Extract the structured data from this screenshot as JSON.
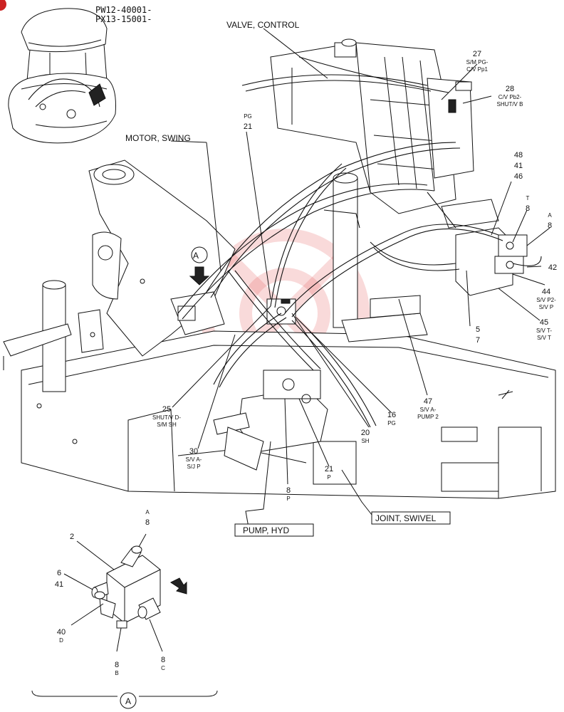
{
  "header": {
    "serial_line_1": "PW12-40001-",
    "serial_line_2": "PX13-15001-"
  },
  "components": {
    "valve_control": "VALVE, CONTROL",
    "motor_swing": "MOTOR, SWING",
    "pump_hyd": "PUMP, HYD",
    "joint_swivel": "JOINT, SWIVEL"
  },
  "view_marker": "A",
  "callouts": [
    {
      "id": "c27",
      "num": "27",
      "sub1": "S/M PG-",
      "sub2": "C/V Pp1"
    },
    {
      "id": "c28",
      "num": "28",
      "sub1": "C/V Pb2-",
      "sub2": "SHUT/V B"
    },
    {
      "id": "c21pg",
      "num": "21",
      "sub1": "PG",
      "sub2": ""
    },
    {
      "id": "c48",
      "num": "48",
      "sub1": "41",
      "sub2": "46"
    },
    {
      "id": "c8t",
      "num": "8",
      "sub1": "T",
      "sub2": ""
    },
    {
      "id": "c8a",
      "num": "8",
      "sub1": "A",
      "sub2": ""
    },
    {
      "id": "c42",
      "num": "42",
      "sub1": "",
      "sub2": ""
    },
    {
      "id": "c44",
      "num": "44",
      "sub1": "S/V P2-",
      "sub2": "S/V P"
    },
    {
      "id": "c45",
      "num": "45",
      "sub1": "S/V T-",
      "sub2": "S/V T"
    },
    {
      "id": "c57",
      "num": "5",
      "sub1": "7",
      "sub2": ""
    },
    {
      "id": "c47",
      "num": "47",
      "sub1": "S/V A-",
      "sub2": "PUMP 2"
    },
    {
      "id": "c16",
      "num": "16",
      "sub1": "PG",
      "sub2": ""
    },
    {
      "id": "c20",
      "num": "20",
      "sub1": "SH",
      "sub2": ""
    },
    {
      "id": "c21p",
      "num": "21",
      "sub1": "P",
      "sub2": ""
    },
    {
      "id": "c8p",
      "num": "8",
      "sub1": "P",
      "sub2": ""
    },
    {
      "id": "c25",
      "num": "25",
      "sub1": "SHUT/V D-",
      "sub2": "S/M SH"
    },
    {
      "id": "c30",
      "num": "30",
      "sub1": "S/V A-",
      "sub2": "S/J P"
    }
  ],
  "detail": {
    "c2": "2",
    "c8a_num": "8",
    "c8a_sub": "A",
    "c6": "6",
    "c41": "41",
    "c40": "40",
    "c40_sub": "D",
    "c8b_num": "8",
    "c8b_sub": "B",
    "c8c_num": "8",
    "c8c_sub": "C",
    "label": "A"
  },
  "colors": {
    "line": "#111111",
    "watermark": "#e25555",
    "corner_dot": "#cc2222"
  }
}
